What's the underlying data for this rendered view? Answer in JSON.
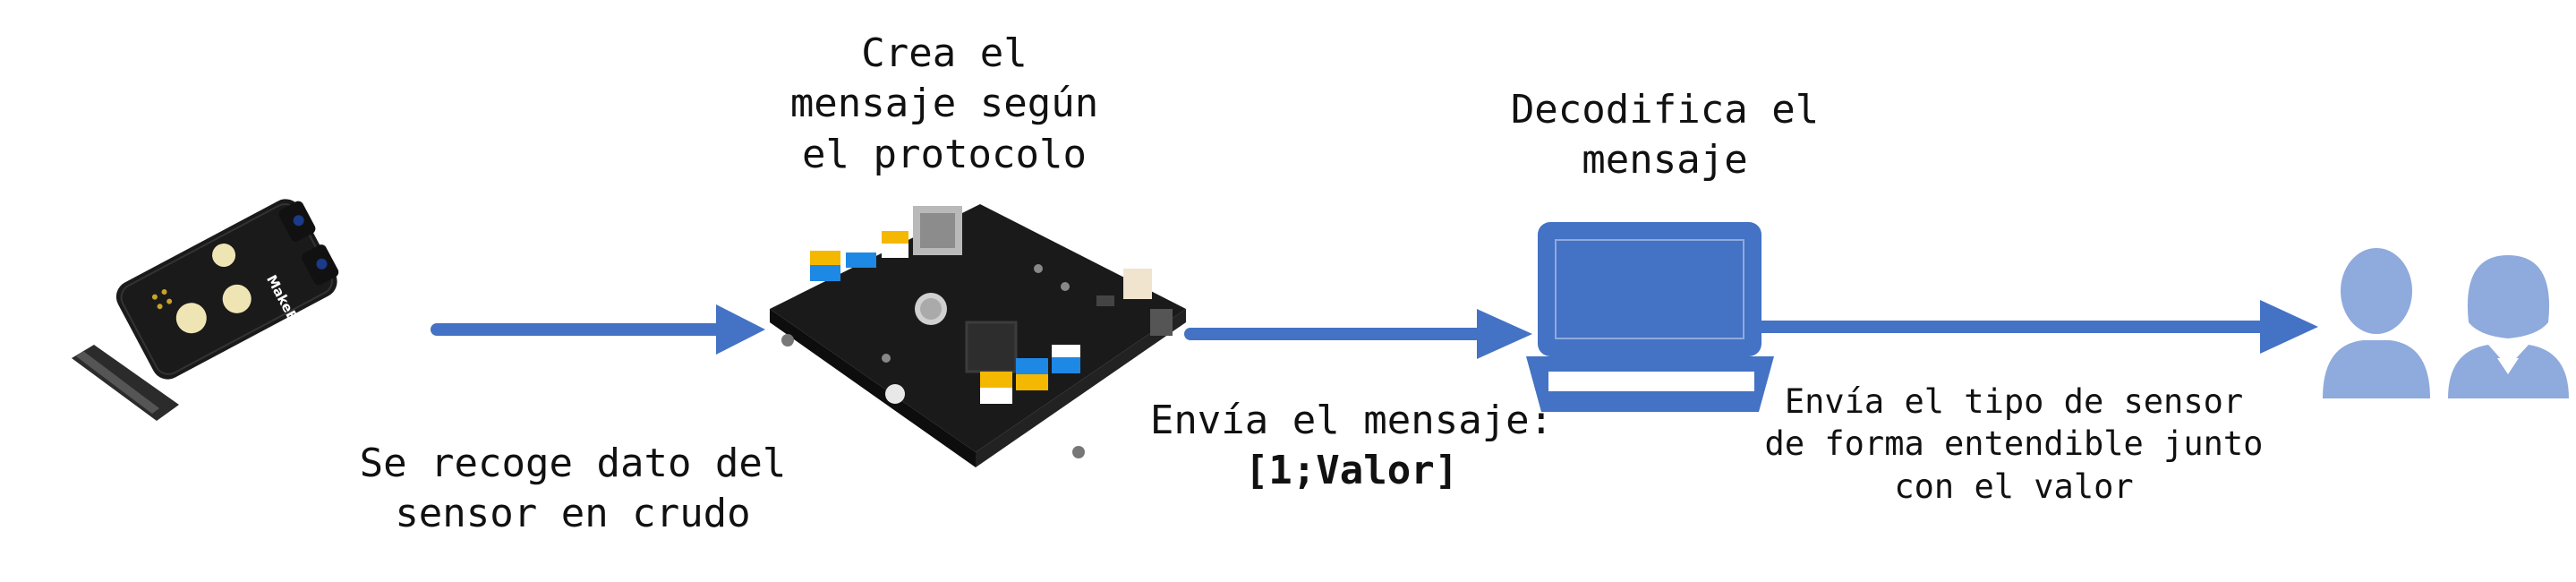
{
  "labels": {
    "crea": "Crea el\nmensaje según\nel protocolo",
    "decodifica": "Decodifica el\nmensaje",
    "recoge": "Se recoge dato del\nsensor en crudo",
    "envia_mensaje": "Envía el mensaje:",
    "mensaje_valor": "[1;Valor]",
    "envia_tipo": "Envía el tipo de sensor\nde forma entendible junto\ncon el valor"
  },
  "sensor_board_text": "MakeBlock",
  "colors": {
    "arrow": "#4472C4",
    "laptop": "#4472C4",
    "person": "#8FAADC",
    "board": "#1a1a1a",
    "port_yellow": "#F5B800",
    "port_blue": "#1E88E5"
  },
  "icons": [
    "sensor-module-icon",
    "controller-board-icon",
    "laptop-icon",
    "male-user-icon",
    "female-user-icon"
  ]
}
